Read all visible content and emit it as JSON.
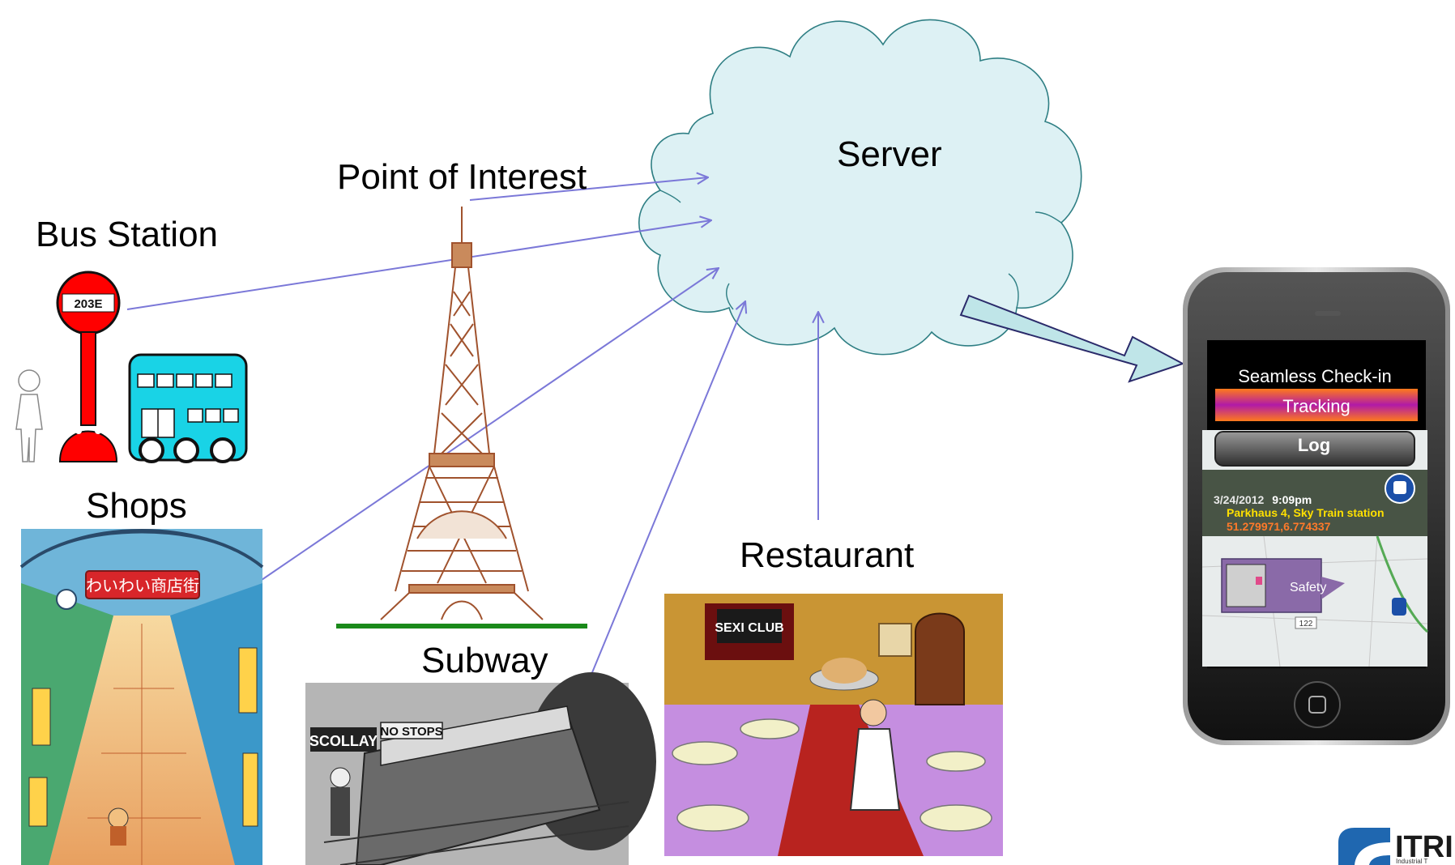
{
  "labels": {
    "server": "Server",
    "poi": "Point of Interest",
    "bus_station": "Bus Station",
    "shops": "Shops",
    "subway": "Subway",
    "restaurant": "Restaurant"
  },
  "bus_sign": "203E",
  "shops_sign": "わいわい商店街",
  "subway_signs": {
    "station": "SCOLLAY",
    "train": "NO STOPS"
  },
  "restaurant_sign": "SEXI CLUB",
  "phone": {
    "title": "Seamless Check-in",
    "tracking": "Tracking",
    "log": "Log",
    "date": "3/24/2012",
    "time": "9:09pm",
    "place": "Parkhaus 4, Sky Train station",
    "coords": "51.279971,6.774337",
    "safety": "Safety",
    "map_number": "122"
  },
  "logo": {
    "name": "ITRI",
    "sub": "Industrial T"
  },
  "colors": {
    "arrow": "#7b78d8",
    "cloud_stroke": "#2f7f84",
    "server_arrow_fill": "#bfe5e8",
    "tower": "#a0522d",
    "bus_pole": "#ff0000",
    "bus": "#19d3e6"
  }
}
